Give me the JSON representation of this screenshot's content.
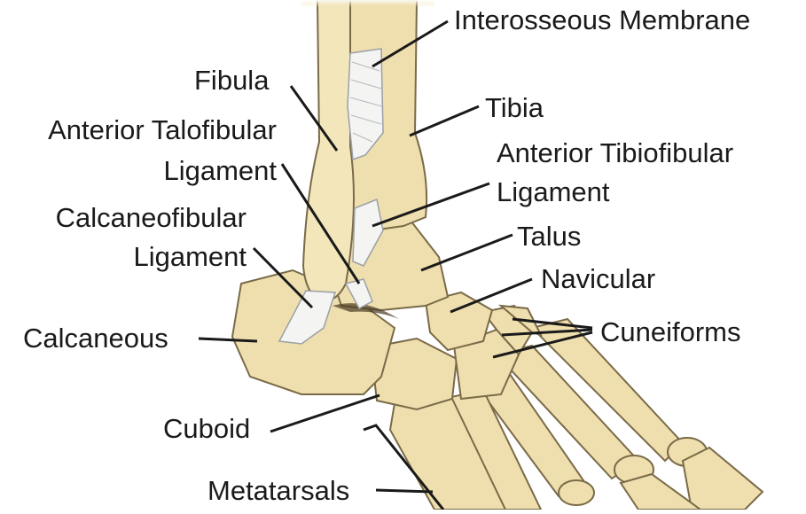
{
  "colors": {
    "bone": "#efdfae",
    "bone_shade": "#d9c088",
    "bone_outline": "#7a6a48",
    "ligament": "#f4f4f2",
    "ligament_shade": "#c9ccd0",
    "leader": "#1a1a1a",
    "text": "#1a1a1a"
  },
  "labels": {
    "interosseous_membrane": "Interosseous Membrane",
    "fibula": "Fibula",
    "tibia": "Tibia",
    "anterior_talofibular_line1": "Anterior Talofibular",
    "anterior_talofibular_line2": "Ligament",
    "anterior_tibiofibular_line1": "Anterior Tibiofibular",
    "anterior_tibiofibular_line2": "Ligament",
    "calcaneofibular_line1": "Calcaneofibular",
    "calcaneofibular_line2": "Ligament",
    "talus": "Talus",
    "navicular": "Navicular",
    "cuneiforms": "Cuneiforms",
    "calcaneous": "Calcaneous",
    "cuboid": "Cuboid",
    "metatarsals": "Metatarsals"
  }
}
